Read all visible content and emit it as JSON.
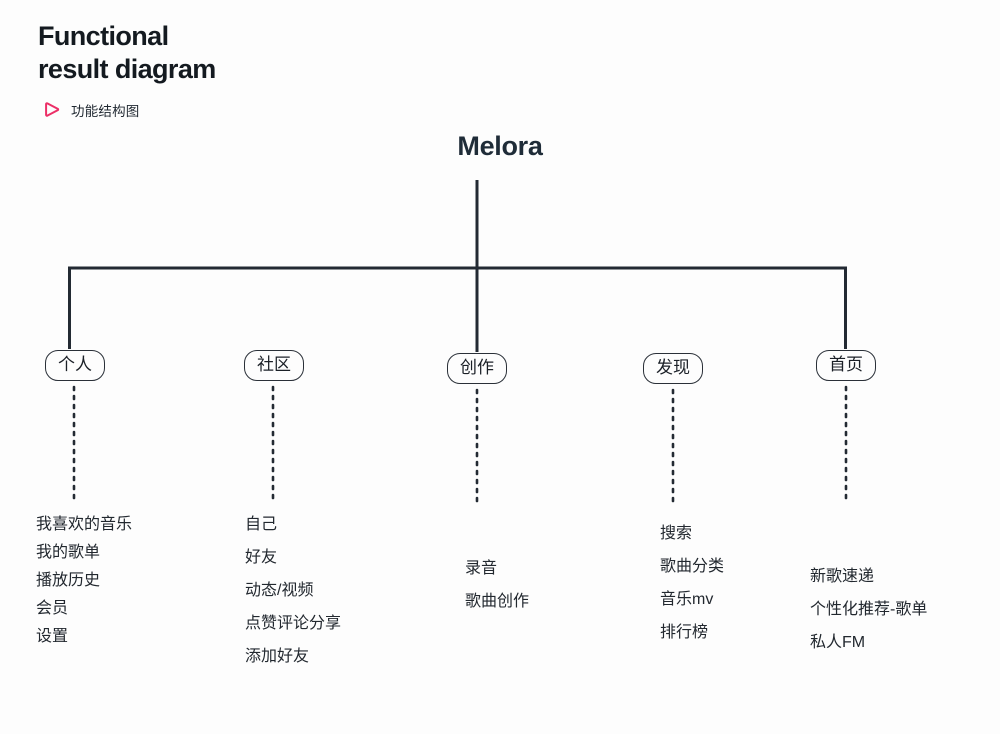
{
  "header": {
    "title": "Functional\nresult diagram",
    "subtitle": "功能结构图",
    "icon": "play-triangle-outline-icon",
    "accent_color": "#ec2f67"
  },
  "diagram": {
    "type": "tree",
    "root": "Melora",
    "line_color": "#232a33",
    "text_color": "#22282f",
    "branches": [
      {
        "label": "个人",
        "connected_to_bus": true,
        "children": [
          "我喜欢的音乐",
          "我的歌单",
          "播放历史",
          "会员",
          "设置"
        ]
      },
      {
        "label": "社区",
        "connected_to_bus": false,
        "children": [
          "自己",
          "好友",
          "动态/视频",
          "点赞评论分享",
          "添加好友"
        ]
      },
      {
        "label": "创作",
        "connected_to_bus": true,
        "children": [
          "录音",
          "歌曲创作"
        ]
      },
      {
        "label": "发现",
        "connected_to_bus": false,
        "children": [
          "搜索",
          "歌曲分类",
          "音乐mv",
          "排行榜"
        ]
      },
      {
        "label": "首页",
        "connected_to_bus": true,
        "children": [
          "新歌速递",
          "个性化推荐-歌单",
          "私人FM"
        ]
      }
    ]
  }
}
